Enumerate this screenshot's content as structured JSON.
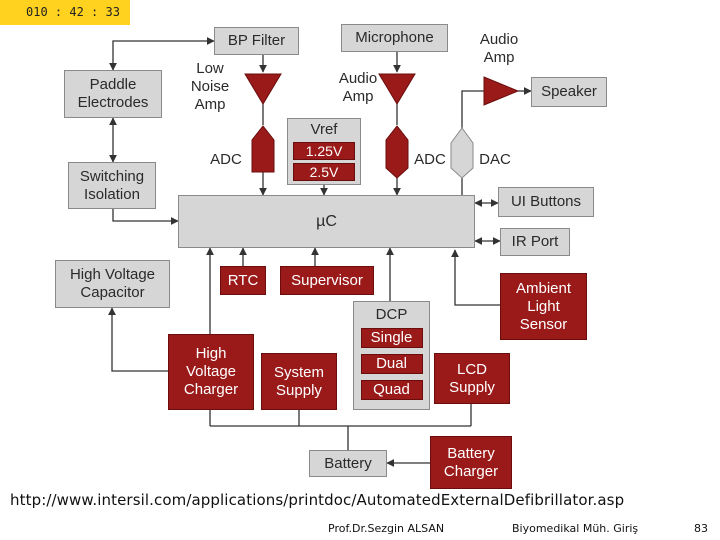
{
  "timer": "010 : 42 : 33",
  "diagram": {
    "bp_filter": "BP Filter",
    "microphone": "Microphone",
    "audio_amp_top": "Audio\nAmp",
    "speaker": "Speaker",
    "paddle_electrodes": "Paddle\nElectrodes",
    "low_noise_amp": "Low\nNoise\nAmp",
    "audio_amp_mid": "Audio\nAmp",
    "vref_title": "Vref",
    "vref_1": "1.25V",
    "vref_2": "2.5V",
    "adc_left": "ADC",
    "adc_right": "ADC",
    "dac": "DAC",
    "switching_isolation": "Switching\nIsolation",
    "uc": "µC",
    "ui_buttons": "UI Buttons",
    "ir_port": "IR Port",
    "high_voltage_capacitor": "High Voltage\nCapacitor",
    "rtc": "RTC",
    "supervisor": "Supervisor",
    "ambient_light_sensor": "Ambient\nLight\nSensor",
    "dcp": "DCP",
    "dcp_single": "Single",
    "dcp_dual": "Dual",
    "dcp_quad": "Quad",
    "high_voltage_charger": "High\nVoltage\nCharger",
    "system_supply": "System\nSupply",
    "lcd_supply": "LCD\nSupply",
    "battery": "Battery",
    "battery_charger": "Battery\nCharger"
  },
  "source_url": "http://www.intersil.com/applications/printdoc/AutomatedExternalDefibrillator.asp",
  "footer": {
    "author": "Prof.Dr.Sezgin ALSAN",
    "course": "Biyomedikal Müh. Giriş",
    "page": "83"
  }
}
